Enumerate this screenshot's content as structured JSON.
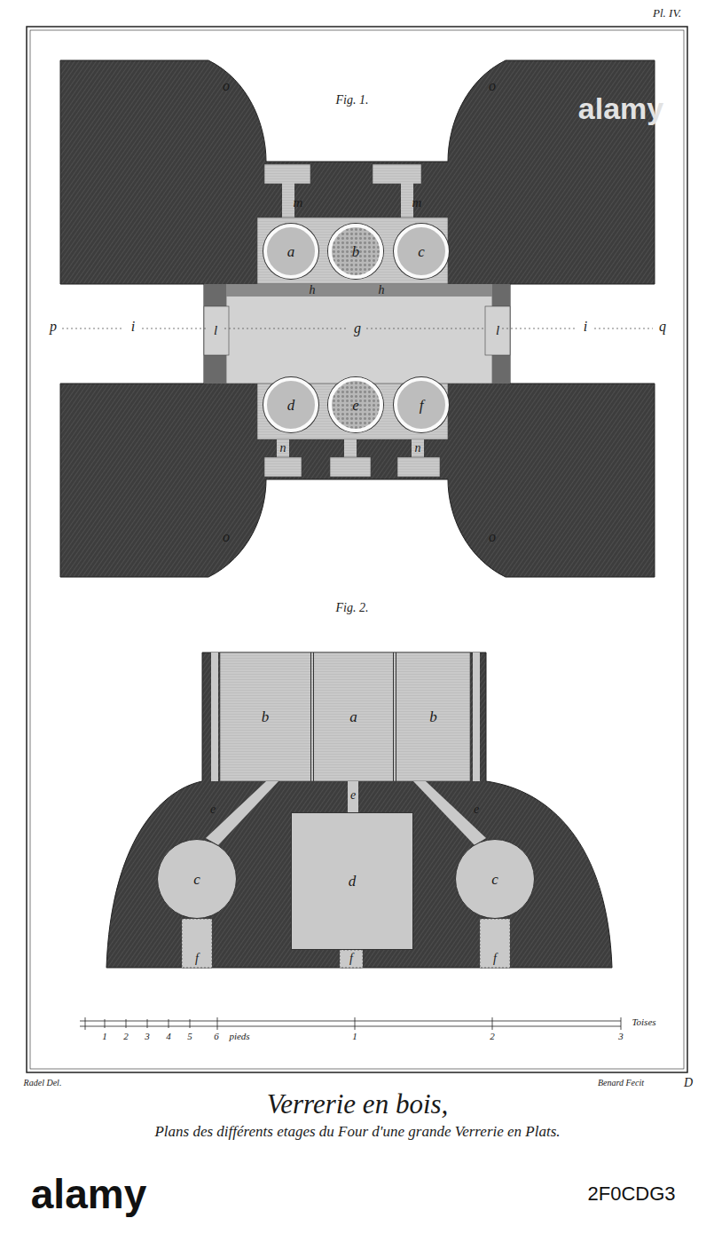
{
  "diagram": {
    "title": "Verrerie en bois,",
    "caption": "Plans des différents etages du Four d'une grande Verrerie en Plats.",
    "nodes": [
      {
        "text": [
          "a"
        ]
      },
      {
        "text": [
          "b"
        ]
      },
      {
        "text": [
          "c"
        ]
      },
      {
        "text": [
          "d"
        ]
      },
      {
        "text": [
          "e"
        ]
      },
      {
        "text": [
          "f"
        ]
      },
      {
        "text": [
          "b"
        ]
      },
      {
        "text": [
          "a"
        ]
      },
      {
        "text": [
          "b"
        ]
      },
      {
        "text": [
          "c"
        ]
      },
      {
        "text": [
          "d"
        ]
      },
      {
        "text": [
          "c"
        ]
      }
    ],
    "labels": [
      "Pl. IV.",
      "alamy",
      "Fig. 1.",
      "o",
      "o",
      "m",
      "m",
      "h",
      "h",
      "p",
      "i",
      "l",
      "g",
      "l",
      "i",
      "q",
      "n",
      "n",
      "o",
      "o",
      "Fig. 2.",
      "e",
      "e",
      "e",
      "f",
      "f",
      "f",
      "1",
      "2",
      "3",
      "4",
      "5",
      "6",
      "pieds",
      "1",
      "2",
      "3",
      "Toises",
      "Radel Del.",
      "Benard Fecit",
      "D",
      "alamy",
      "2F0CDG3"
    ]
  }
}
